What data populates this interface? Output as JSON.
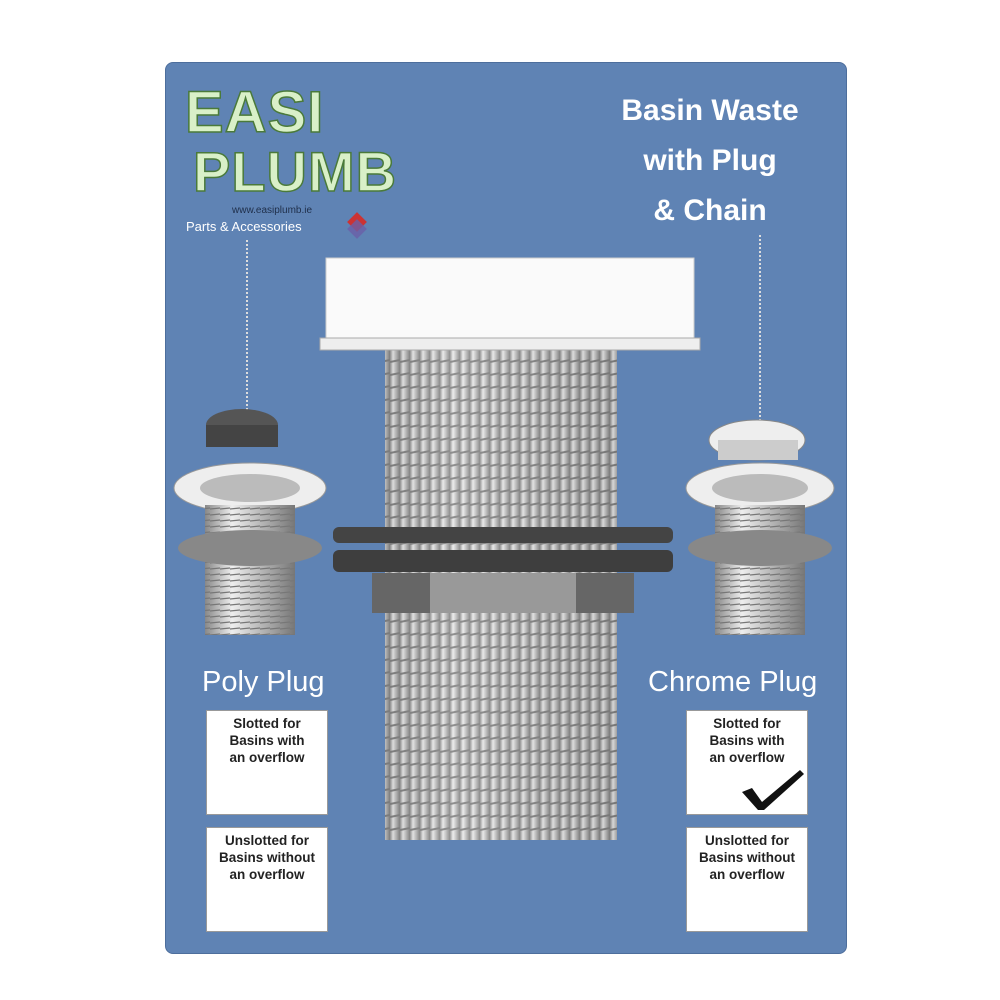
{
  "brand": {
    "line1": "EASI",
    "line2": "PLUMB",
    "url": "www.easiplumb.ie",
    "tagline": "Parts & Accessories"
  },
  "title": [
    "Basin Waste",
    "with Plug",
    "& Chain"
  ],
  "colors": {
    "panel": "#5f83b4",
    "logo_green": "#4a7a3a"
  },
  "left": {
    "label": "Poly Plug",
    "box1": [
      "Slotted for",
      "Basins with",
      "an overflow"
    ],
    "box2": [
      "Unslotted for",
      "Basins without",
      "an overflow"
    ],
    "checked": "none"
  },
  "right": {
    "label": "Chrome Plug",
    "box1": [
      "Slotted for",
      "Basins with",
      "an overflow"
    ],
    "box2": [
      "Unslotted for",
      "Basins without",
      "an overflow"
    ],
    "checked": "box1",
    "check_icon": "checkmark-icon"
  }
}
